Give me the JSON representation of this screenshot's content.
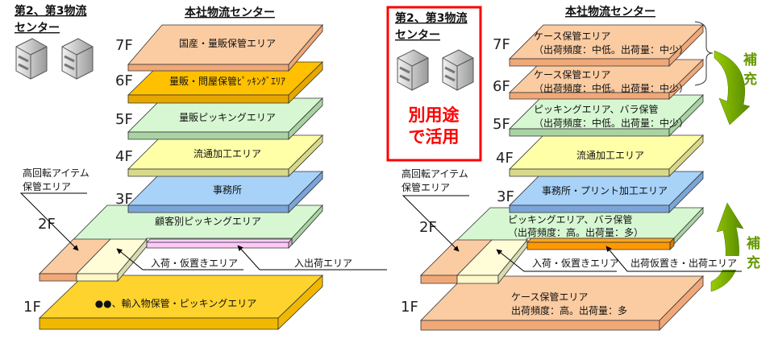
{
  "colors": {
    "accent_red": "#ff0000",
    "replenish_green": "#669900"
  },
  "left": {
    "sub_center_title": [
      "第2、第3物流",
      "センター"
    ],
    "main_title": "本社物流センター",
    "floors": [
      {
        "label": "7F",
        "text": "国産・量販保管エリア"
      },
      {
        "label": "6F",
        "text": "量販・問屋保管ﾋﾟｯｷﾝｸﾞｴﾘｱ"
      },
      {
        "label": "5F",
        "text": "量販ピッキングエリア"
      },
      {
        "label": "4F",
        "text": "流通加工エリア"
      },
      {
        "label": "3F",
        "text": "事務所"
      },
      {
        "label": "2F",
        "text": "顧客別ピッキングエリア"
      },
      {
        "label": "1F",
        "text": "●●、輸入物保管・ピッキングエリア"
      }
    ],
    "callouts": {
      "high_turnover": [
        "高回転アイテム",
        "保管エリア"
      ],
      "receiving": "入荷・仮置きエリア",
      "in_out": "入出荷エリア"
    }
  },
  "right": {
    "sub_center_title": [
      "第2、第3物流",
      "センター"
    ],
    "repurpose": [
      "別用途",
      "で活用"
    ],
    "main_title": "本社物流センター",
    "floors": [
      {
        "label": "7F",
        "text": [
          "ケース保管エリア",
          "（出荷頻度：中低。出荷量：中少）"
        ]
      },
      {
        "label": "6F",
        "text": [
          "ケース保管エリア",
          "（出荷頻度：中低。出荷量：中少）"
        ]
      },
      {
        "label": "5F",
        "text": [
          "ピッキングエリア、バラ保管",
          "（出荷頻度：中低。出荷量：中少）"
        ]
      },
      {
        "label": "4F",
        "text": [
          "流通加工エリア"
        ]
      },
      {
        "label": "3F",
        "text": [
          "事務所・プリント加工エリア"
        ]
      },
      {
        "label": "2F",
        "text": [
          "ピッキングエリア、バラ保管",
          "（出荷頻度：高。出荷量：多）"
        ]
      },
      {
        "label": "1F",
        "text": [
          "ケース保管エリア",
          "出荷頻度：高。出荷量：多"
        ]
      }
    ],
    "callouts": {
      "high_turnover": [
        "高回転アイテム",
        "保管エリア"
      ],
      "receiving": "入荷・仮置きエリア",
      "shipping": "出荷仮置き・出荷エリア"
    },
    "replenish_top": [
      "補",
      "充"
    ],
    "replenish_bottom": [
      "補",
      "充"
    ]
  }
}
